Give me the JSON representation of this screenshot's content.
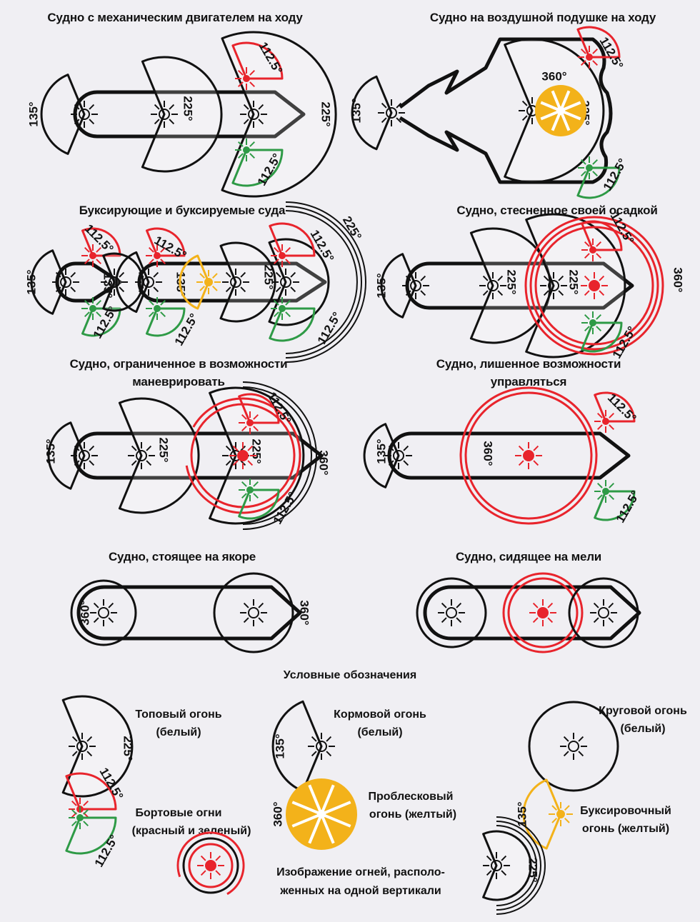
{
  "panels": [
    {
      "title": "Судно с механическим двигателем на ходу",
      "labels": [
        "135°",
        "225°",
        "112.5°",
        "225°",
        "112.5°"
      ]
    },
    {
      "title": "Судно на воздушной подушке на ходу",
      "labels": [
        "135°",
        "360°",
        "225°",
        "112.5°",
        "112.5°"
      ]
    },
    {
      "title": "Буксирующие и буксируемые суда",
      "labels": [
        "135°",
        "112.5°",
        "135°",
        "112.5°",
        "112.5°",
        "135°",
        "112.5°",
        "225°",
        "112.5°",
        "225°",
        "112.5°"
      ]
    },
    {
      "title": "Судно, стесненное своей осадкой",
      "labels": [
        "135°",
        "225°",
        "225°",
        "112.5°",
        "360°",
        "112.5°"
      ]
    },
    {
      "title_lines": [
        "Судно, ограниченное в возможности",
        "маневрировать"
      ],
      "labels": [
        "135°",
        "225°",
        "225°",
        "112.5°",
        "360°",
        "112.5°"
      ]
    },
    {
      "title_lines": [
        "Судно, лишенное возможности",
        "управляться"
      ],
      "labels": [
        "135°",
        "360°",
        "112.5°",
        "112.5°"
      ]
    },
    {
      "title": "Судно, стоящее на якоре",
      "labels": [
        "360°",
        "360°"
      ]
    },
    {
      "title": "Судно, сидящее на мели",
      "labels": []
    }
  ],
  "legend": {
    "title": "Условные обозначения",
    "masthead": {
      "lines": [
        "Топовый огонь",
        "(белый)"
      ],
      "label": "225°"
    },
    "stern": {
      "lines": [
        "Кормовой огонь",
        "(белый)"
      ],
      "label": "135°"
    },
    "allround": {
      "lines": [
        "Круговой огонь",
        "(белый)"
      ]
    },
    "sidelights": {
      "lines": [
        "Бортовые огни",
        "(красный и зеленый)"
      ],
      "labels": [
        "112.5°",
        "112.5°"
      ]
    },
    "flashing": {
      "lines": [
        "Проблесковый",
        "огонь  (желтый)"
      ],
      "label": "360°"
    },
    "towing": {
      "lines": [
        "Буксировочный",
        "огонь (желтый)"
      ],
      "label": "135°"
    },
    "vertical": {
      "lines": [
        "Изображение огней, располо-",
        "женных на одной вертикали"
      ],
      "label": "225°"
    }
  },
  "colors": {
    "red": "#e8242c",
    "green": "#2e9a46",
    "yellow": "#f3b21a",
    "black": "#111111"
  }
}
